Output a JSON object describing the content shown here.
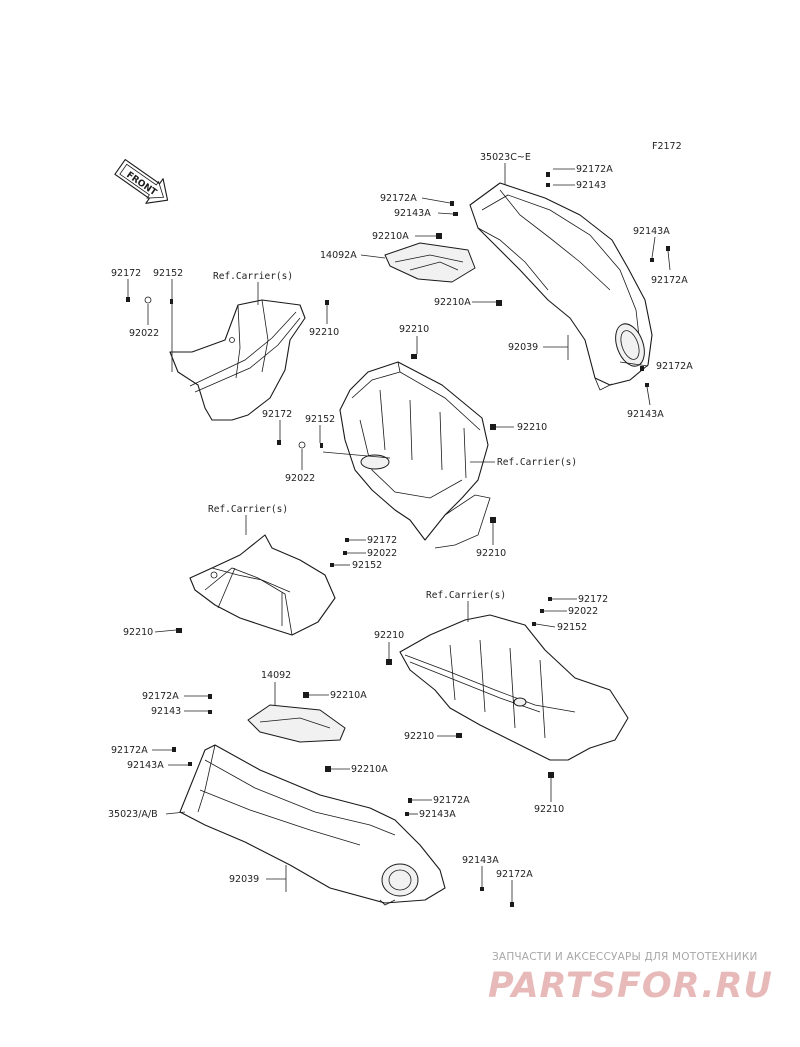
{
  "figure_code": "F2172",
  "front_arrow_label": "FRONT",
  "watermark": {
    "tagline": "ЗАПЧАСТИ И АКСЕССУАРЫ ДЛЯ МОТОТЕХНИКИ",
    "logo": "PARTSFOR.RU"
  },
  "refs": {
    "carrier_1": "Ref.Carrier(s)",
    "carrier_2": "Ref.Carrier(s)",
    "carrier_3": "Ref.Carrier(s)",
    "carrier_4": "Ref.Carrier(s)"
  },
  "labels": {
    "p35023C_E": "35023C~E",
    "p92172A_1": "92172A",
    "p92143_1": "92143",
    "p92172A_2": "92172A",
    "p92143A_2": "92143A",
    "p92210A_1": "92210A",
    "p14092A": "14092A",
    "p92143A_3": "92143A",
    "p92172A_3": "92172A",
    "p92210A_2": "92210A",
    "p92039_1": "92039",
    "p92172A_4": "92172A",
    "p92143A_4": "92143A",
    "p92172_1": "92172",
    "p92152_1": "92152",
    "p92022_1": "92022",
    "p92210_1": "92210",
    "p92210_2": "92210",
    "p92172_2": "92172",
    "p92152_2": "92152",
    "p92022_2": "92022",
    "p92210_3": "92210",
    "p92210_4": "92210",
    "p92172_3": "92172",
    "p92022_3": "92022",
    "p92152_3": "92152",
    "p92210_5": "92210",
    "p92172_4": "92172",
    "p92022_4": "92022",
    "p92152_4": "92152",
    "p92210_6": "92210",
    "p92210_7": "92210",
    "p92210_8": "92210",
    "p14092": "14092",
    "p92172A_5": "92172A",
    "p92143_5": "92143",
    "p92210A_3": "92210A",
    "p92172A_6": "92172A",
    "p92143A_6": "92143A",
    "p92210A_4": "92210A",
    "p35023AB": "35023/A/B",
    "p92172A_7": "92172A",
    "p92143A_7": "92143A",
    "p92039_2": "92039",
    "p92143A_8": "92143A",
    "p92172A_8": "92172A"
  }
}
